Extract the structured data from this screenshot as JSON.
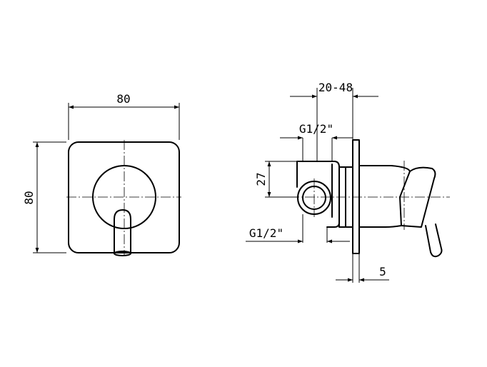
{
  "front_view": {
    "width_label": "80",
    "height_label": "80"
  },
  "side_view": {
    "depth_range_label": "20-48",
    "inlet_thread_label": "G1/2\"",
    "outlet_thread_label": "G1/2\"",
    "offset_label": "27",
    "plate_thickness_label": "5"
  },
  "colors": {
    "line": "#000000",
    "background": "#ffffff"
  }
}
